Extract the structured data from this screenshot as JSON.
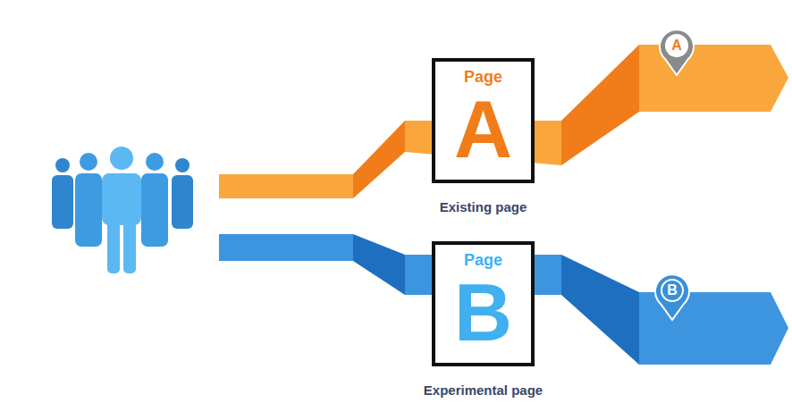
{
  "diagram": {
    "nodes": [
      {
        "text": [
          "Page",
          "A",
          "Existing page"
        ]
      },
      {
        "text": [
          "A"
        ]
      },
      {
        "text": [
          "Page",
          "B",
          "Experimental page"
        ]
      },
      {
        "text": [
          "B"
        ]
      }
    ]
  }
}
